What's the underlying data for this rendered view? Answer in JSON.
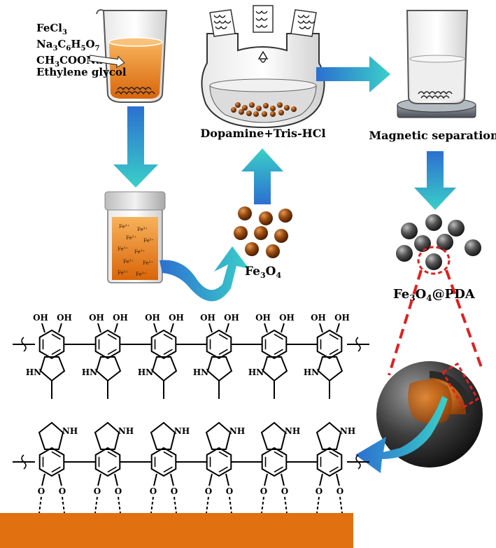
{
  "reagents": {
    "line1": {
      "main": "FeCl",
      "sub": "3"
    },
    "line2": {
      "parts": [
        "Na",
        "3",
        "C",
        "6",
        "H",
        "5",
        "O",
        "7"
      ]
    },
    "line3": {
      "parts": [
        "CH",
        "3",
        "COONa"
      ]
    },
    "line4": "Ethylene glycol"
  },
  "labels": {
    "flask_caption": "Dopamine+Tris-HCl",
    "separation_caption": "Magnetic separation",
    "fe3o4": {
      "a": "Fe",
      "b": "3",
      "c": "O",
      "d": "4"
    },
    "fe3o4_pda": {
      "a": "Fe",
      "b": "3",
      "c": "O",
      "d": "4",
      "e": "@PDA"
    },
    "jar_ion": "Fe³⁺"
  },
  "structure": {
    "oh": "OH",
    "nh": "NH",
    "hn": "HN",
    "o": "O"
  },
  "colors": {
    "orange": "#e07010",
    "arrow_cyan": "#3ad0c8",
    "arrow_blue": "#2c6fd0",
    "red_dash": "#e02020",
    "sphere_dark": "#3a3a3a"
  }
}
